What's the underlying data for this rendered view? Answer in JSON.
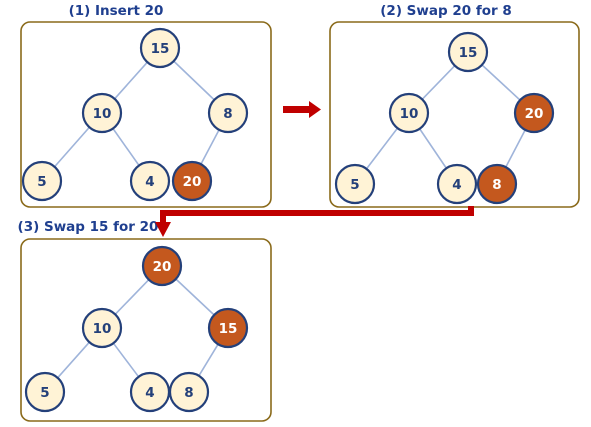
{
  "colors": {
    "panel_border": "#8a6a1a",
    "node_fill": "#fff3d6",
    "node_stroke": "#24407a",
    "node_text": "#24407a",
    "highlight_fill": "#c4581e",
    "highlight_text": "#ffffff",
    "edge": "#9fb4da",
    "arrow": "#c00000",
    "title": "#1f3f8f"
  },
  "panels": [
    {
      "id": "panel-1",
      "title": "(1) Insert 20",
      "nodes": [
        {
          "id": "n15",
          "label": "15",
          "highlight": false
        },
        {
          "id": "n10",
          "label": "10",
          "highlight": false
        },
        {
          "id": "n8",
          "label": "8",
          "highlight": false
        },
        {
          "id": "n5",
          "label": "5",
          "highlight": false
        },
        {
          "id": "n4",
          "label": "4",
          "highlight": false
        },
        {
          "id": "n20",
          "label": "20",
          "highlight": true
        }
      ],
      "edges": [
        [
          "n15",
          "n10"
        ],
        [
          "n15",
          "n8"
        ],
        [
          "n10",
          "n5"
        ],
        [
          "n10",
          "n4"
        ],
        [
          "n8",
          "n20"
        ]
      ]
    },
    {
      "id": "panel-2",
      "title": "(2) Swap 20 for 8",
      "nodes": [
        {
          "id": "n15",
          "label": "15",
          "highlight": false
        },
        {
          "id": "n10",
          "label": "10",
          "highlight": false
        },
        {
          "id": "n20",
          "label": "20",
          "highlight": true
        },
        {
          "id": "n5",
          "label": "5",
          "highlight": false
        },
        {
          "id": "n4",
          "label": "4",
          "highlight": false
        },
        {
          "id": "n8",
          "label": "8",
          "highlight": true
        }
      ],
      "edges": [
        [
          "n15",
          "n10"
        ],
        [
          "n15",
          "n20"
        ],
        [
          "n10",
          "n5"
        ],
        [
          "n10",
          "n4"
        ],
        [
          "n20",
          "n8"
        ]
      ]
    },
    {
      "id": "panel-3",
      "title": "(3) Swap 15 for 20",
      "nodes": [
        {
          "id": "n20",
          "label": "20",
          "highlight": true
        },
        {
          "id": "n10",
          "label": "10",
          "highlight": false
        },
        {
          "id": "n15",
          "label": "15",
          "highlight": true
        },
        {
          "id": "n5",
          "label": "5",
          "highlight": false
        },
        {
          "id": "n4",
          "label": "4",
          "highlight": false
        },
        {
          "id": "n8",
          "label": "8",
          "highlight": false
        }
      ],
      "edges": [
        [
          "n20",
          "n10"
        ],
        [
          "n20",
          "n15"
        ],
        [
          "n10",
          "n5"
        ],
        [
          "n10",
          "n4"
        ],
        [
          "n15",
          "n8"
        ]
      ]
    }
  ]
}
